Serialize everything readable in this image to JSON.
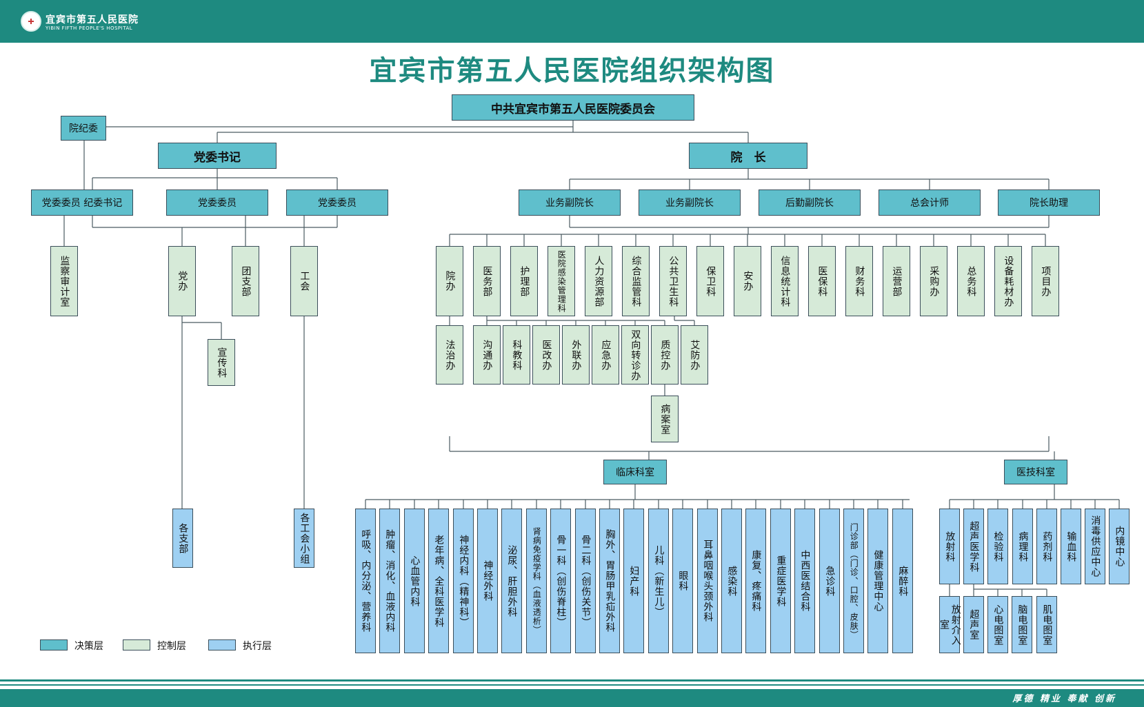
{
  "header": {
    "logo_cn": "宜宾市第五人民医院",
    "logo_en": "YIBIN FIFTH PEOPLE'S HOSPITAL",
    "logo_icon": "hospital-cross-logo",
    "title": "宜宾市第五人民医院组织架构图"
  },
  "colors": {
    "decision": "#5fbfcc",
    "control": "#d6ead8",
    "execution": "#9ed0f2",
    "brand": "#1e8a80"
  },
  "nodes": {
    "committee": "中共宜宾市第五人民医院委员会",
    "discipline": "院纪委",
    "secretary": "党委书记",
    "president": "院　长",
    "party_members": [
      "党委委员 纪委书记",
      "党委委员",
      "党委委员"
    ],
    "vice_roles": [
      "业务副院长",
      "业务副院长",
      "后勤副院长",
      "总会计师",
      "院长助理"
    ],
    "party_depts": [
      "监察审计室",
      "党办",
      "团支部",
      "工会"
    ],
    "propaganda": "宣传科",
    "branches": "各支部",
    "union_groups": "各工会小组",
    "admin_depts": [
      "院办",
      "医务部",
      "护理部",
      "医院感染管理科",
      "人力资源部",
      "综合监管科",
      "公共卫生科",
      "保卫科",
      "安办",
      "信息统计科",
      "医保科",
      "财务科",
      "运营部",
      "采购办",
      "总务科",
      "设备耗材办",
      "项目办"
    ],
    "legal": "法治办",
    "medical_subs": [
      "沟通办",
      "科教科",
      "医改办",
      "外联办",
      "应急办",
      "双向转诊办",
      "质控办"
    ],
    "aids": "艾防办",
    "records": "病案室",
    "clinical": "临床科室",
    "tech": "医技科室",
    "clinical_depts": [
      "呼吸、内分泌、营养科",
      "肿瘤、消化、血液内科",
      "心血管内科",
      "老年病、全科医学科",
      "神经内科（精神科）",
      "神经外科",
      "泌尿、肝胆外科",
      "肾病免疫学科（血液透析）",
      "骨一科（创伤脊柱）",
      "骨二科（创伤关节）",
      "胸外、胃肠甲乳疝外科",
      "妇产科",
      "儿科（新生儿）",
      "眼科",
      "耳鼻咽喉头颈外科",
      "感染科",
      "康复、疼痛科",
      "重症医学科",
      "中西医结合科",
      "急诊科",
      "门诊部（门诊、口腔、皮肤）",
      "健康管理中心",
      "麻醉科"
    ],
    "tech_depts": [
      "放射科",
      "超声医学科",
      "检验科",
      "病理科",
      "药剂科",
      "输血科",
      "消毒供应中心",
      "内镜中心"
    ],
    "radiology_sub": "放射介入室",
    "ultrasound_subs": [
      "超声室",
      "心电图室",
      "脑电图室",
      "肌电图室"
    ]
  },
  "legend": [
    {
      "key": "decision",
      "label": "决策层"
    },
    {
      "key": "control",
      "label": "控制层"
    },
    {
      "key": "execution",
      "label": "执行层"
    }
  ],
  "footer": {
    "slogan": "厚德 精业 奉献 创新"
  }
}
